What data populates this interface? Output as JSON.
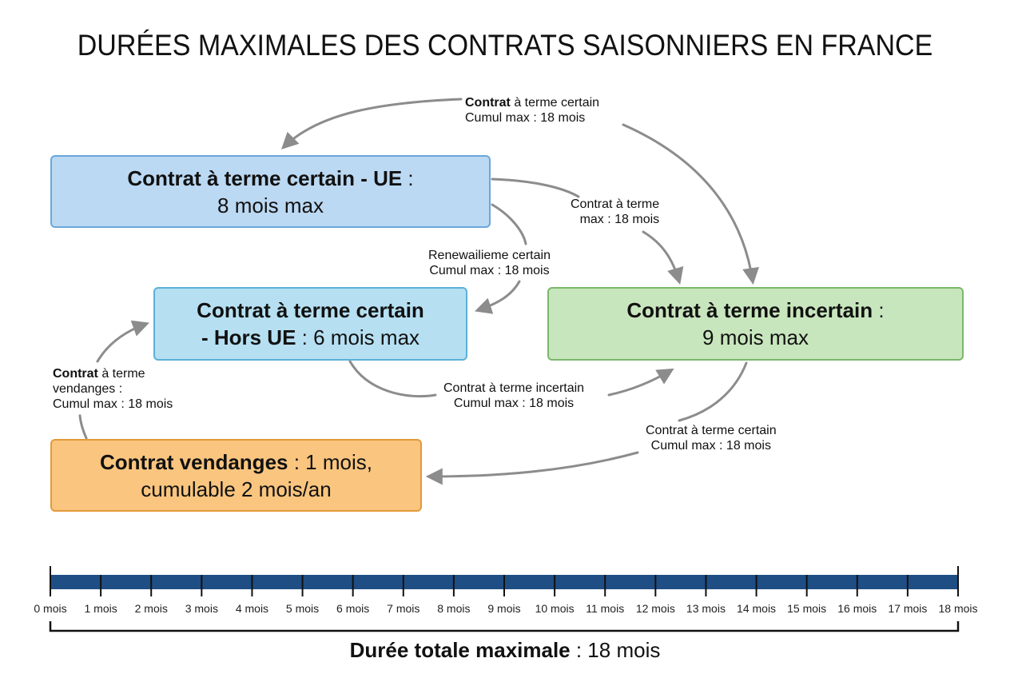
{
  "title": "DURÉES MAXIMALES DES CONTRATS SAISONNIERS EN FRANCE",
  "boxes": {
    "ue": {
      "bold": "Contrat à terme certain - UE",
      "rest": " :",
      "line2": "8 mois max"
    },
    "hors_ue": {
      "line1": "Contrat à terme certain",
      "bold2": "- Hors UE",
      "rest2": " : 6 mois max"
    },
    "incertain": {
      "bold": "Contrat à terme incertain",
      "rest": " :",
      "line2": "9 mois max"
    },
    "vendanges": {
      "bold": "Contrat vendanges",
      "rest": " : 1 mois,",
      "line2": "cumulable 2 mois/an"
    }
  },
  "labels": {
    "top": {
      "bold": "Contrat",
      "rest": " à terme certain",
      "line2": "Cumul max : 18 mois"
    },
    "ue_to_incertain": {
      "line1": "Contrat à terme",
      "line2": "max : 18 mois"
    },
    "ue_to_hors": {
      "line1": "Renewailieme certain",
      "line2": "Cumul max : 18 mois"
    },
    "vendanges_to_hors": {
      "bold": "Contrat",
      "rest": " à terme",
      "line2": "vendanges :",
      "line3": "Cumul max : 18 mois"
    },
    "hors_to_incertain": {
      "line1": "Contrat à terme incertain",
      "line2": "Cumul max : 18 mois"
    },
    "incertain_to_vendanges": {
      "line1": "Contrat à terme certain",
      "line2": "Cumul max : 18 mois"
    }
  },
  "timeline": {
    "ticks": [
      "0 mois",
      "1 mois",
      "2 mois",
      "3 mois",
      "4 mois",
      "5 mois",
      "6 mois",
      "7 mois",
      "8 mois",
      "9 mois",
      "10 mois",
      "11 mois",
      "12 mois",
      "13 mois",
      "14 mois",
      "15 mois",
      "16 mois",
      "17 mois",
      "18 mois"
    ],
    "max_months": 18,
    "total_bold": "Durée totale maximale",
    "total_rest": " : 18 mois"
  },
  "colors": {
    "ue_fill": "#bcd9f3",
    "ue_border": "#6aa7db",
    "hors_fill": "#b6e0f2",
    "hors_border": "#5bb0d8",
    "incertain_fill": "#c8e6bd",
    "incertain_border": "#7ab86a",
    "vendanges_fill": "#f9c57f",
    "vendanges_border": "#e29a3a",
    "arrow": "#8c8c8c",
    "timeline_bar": "#1f4e85"
  }
}
